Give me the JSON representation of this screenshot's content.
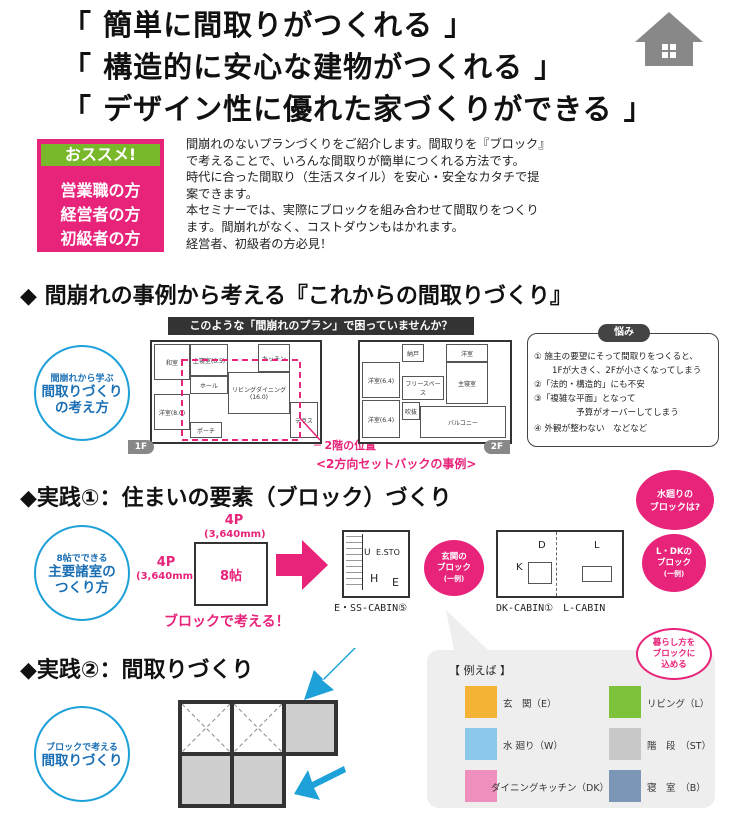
{
  "headlines": [
    "「 簡単に間取りがつくれる 」",
    "「 構造的に安心な建物がつくれる 」",
    "「 デザイン性に優れた家づくりができる 」"
  ],
  "recommend": {
    "title": "おススメ!",
    "items": [
      "営業職の方",
      "経営者の方",
      "初級者の方"
    ]
  },
  "intro": [
    "間崩れのないプランづくりをご紹介します。間取りを『ブロック』",
    "で考えることで、いろんな間取りが簡単につくれる方法です。",
    "時代に合った間取り（生活スタイル）を安心・安全なカタチで提",
    "案できます。",
    "本セミナーでは、実際にブロックを組み合わせて間取りをつくり",
    "ます。間崩れがなく、コストダウンもはかれます。",
    "経営者、初級者の方必見！"
  ],
  "section1": {
    "title": "◆ 間崩れの事例から考える『これからの間取りづくり』",
    "circle": {
      "small": "間崩れから学ぶ",
      "lines": [
        "間取りづくり",
        "の考え方"
      ]
    },
    "banner": "このような「間崩れのプラン」で困っていませんか？",
    "floor1": "1F",
    "floor2": "2F",
    "pos_label": "2階の位置",
    "setback": "<2方向セットバックの事例>",
    "worry": {
      "tag": "悩み",
      "lines": [
        "① 施主の要望にそって間取りをつくると、",
        "1Fが大きく、2Fが小さくなってしまう",
        "②「法的・構造的」にも不安",
        "③「複雑な平面」となって",
        "予算がオーバーしてしまう",
        "④ 外観が整わない　などなど"
      ]
    },
    "rooms1": [
      "和室",
      "洋室(8.0)",
      "リビングダイニング(16.0)",
      "ホール",
      "キッチン",
      "主寝室(6.5)",
      "ポーチ",
      "テラス"
    ],
    "rooms2": [
      "洋室(6.4)",
      "洋室(6.4)",
      "主寝室",
      "フリースペース",
      "洋室",
      "納戸",
      "バルコニー",
      "吹抜"
    ]
  },
  "section2": {
    "title": "◆実践①：住まいの要素（ブロック）づくり",
    "circle": {
      "small": "8帖でできる",
      "lines": [
        "主要諸室の",
        "つくり方"
      ]
    },
    "dim_top": [
      "4P",
      "(3,640mm)"
    ],
    "dim_left": [
      "4P",
      "(3,640mm)"
    ],
    "block_label": "8帖",
    "block_caption": "ブロックで考える！",
    "water_bubble": [
      "水廻りの",
      "ブロックは?"
    ],
    "entrance_bubble": [
      "玄関の",
      "ブロック",
      "(一例)"
    ],
    "ldk_bubble": [
      "L・DKの",
      "ブロック",
      "(一例)"
    ],
    "cabin1_label": "E・SS-CABIN⑤",
    "cabin1_letters": [
      "U",
      "E.STO",
      "H",
      "E"
    ],
    "cabin2_label": "DK-CABIN①　L-CABIN",
    "cabin2_letters": [
      "D",
      "K",
      "L"
    ]
  },
  "section3": {
    "title": "◆実践②：間取りづくり",
    "circle": {
      "small": "ブロックで考える",
      "lines": [
        "間取りづくり"
      ]
    },
    "example_title": "【 例えば 】",
    "life_bubble": [
      "暮らし方を",
      "ブロックに",
      "込める"
    ],
    "legend": [
      {
        "label": "玄　関（E）",
        "color": "#f5b335"
      },
      {
        "label": "リビング（L）",
        "color": "#7ec13a"
      },
      {
        "label": "水 廻り（W）",
        "color": "#8cc8ea"
      },
      {
        "label": "階　段　（ST）",
        "color": "#c8c8c8"
      },
      {
        "label": "ダイニングキッチン（DK）",
        "color": "#ef8fbd"
      },
      {
        "label": "寝　室　（B）",
        "color": "#7b96b7"
      }
    ]
  },
  "colors": {
    "pink": "#e8237a",
    "green": "#78b82a",
    "blue": "#1da1d8"
  }
}
